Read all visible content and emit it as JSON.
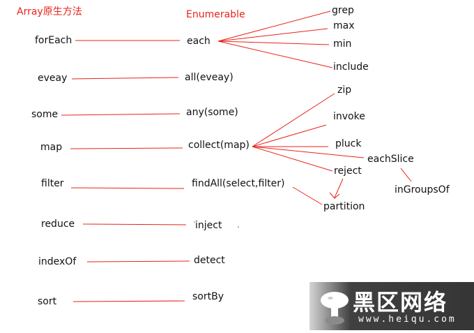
{
  "headers": {
    "left": "Array原生方法",
    "right": "Enumerable"
  },
  "array_methods": [
    "forEach",
    "eveay",
    "some",
    "map",
    "filter",
    "reduce",
    "indexOf",
    "sort"
  ],
  "enumerable_methods": [
    "each",
    "all(eveay)",
    "any(some)",
    "collect(map)",
    "findAll(select,filter)",
    "inject",
    "detect",
    "sortBy"
  ],
  "each_children": [
    "grep",
    "max",
    "min",
    "include"
  ],
  "collect_children": [
    "zip",
    "invoke",
    "pluck",
    "eachSlice",
    "reject"
  ],
  "eachslice_child": "inGroupsOf",
  "partition_label": "partition",
  "colors": {
    "line": "#e8231b",
    "text": "#111111",
    "header": "#e8231b",
    "watermark_bg": "#2b2b2b"
  },
  "watermark": {
    "brand": "黑区网络",
    "url": "www.heiqu.com"
  }
}
